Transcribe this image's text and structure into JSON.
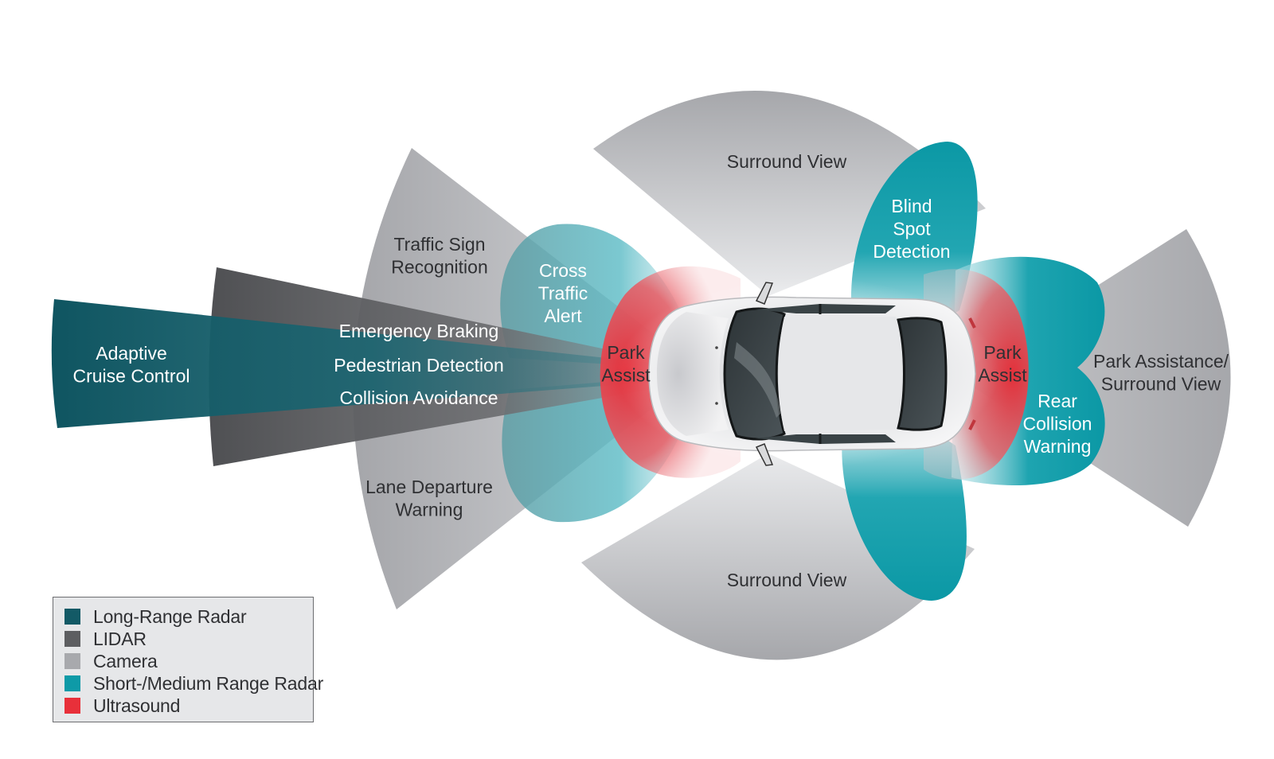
{
  "colors": {
    "long_range_radar": "#135a66",
    "lidar": "#5d5e61",
    "camera": "#a8a9ad",
    "short_medium_radar": "#0e9aa7",
    "ultrasound": "#e8303a"
  },
  "zones": {
    "adaptive_cruise_control": "Adaptive\nCruise Control",
    "emergency_braking": "Emergency Braking",
    "pedestrian_detection": "Pedestrian Detection",
    "collision_avoidance": "Collision Avoidance",
    "traffic_sign_recognition": "Traffic Sign\nRecognition",
    "lane_departure_warning": "Lane Departure\nWarning",
    "cross_traffic_alert": "Cross\nTraffic\nAlert",
    "park_assist_front": "Park\nAssist",
    "park_assist_rear": "Park\nAssist",
    "surround_view_top": "Surround View",
    "surround_view_bottom": "Surround View",
    "blind_spot_detection": "Blind\nSpot\nDetection",
    "rear_collision_warning": "Rear\nCollision\nWarning",
    "park_assistance_surround_view": "Park Assistance/\n\nSurround View"
  },
  "legend": {
    "items": [
      {
        "label": "Long-Range Radar",
        "color": "#135a66"
      },
      {
        "label": "LIDAR",
        "color": "#5d5e61"
      },
      {
        "label": "Camera",
        "color": "#a8a9ad"
      },
      {
        "label": "Short-/Medium Range Radar",
        "color": "#0e9aa7"
      },
      {
        "label": "Ultrasound",
        "color": "#e8303a"
      }
    ]
  }
}
